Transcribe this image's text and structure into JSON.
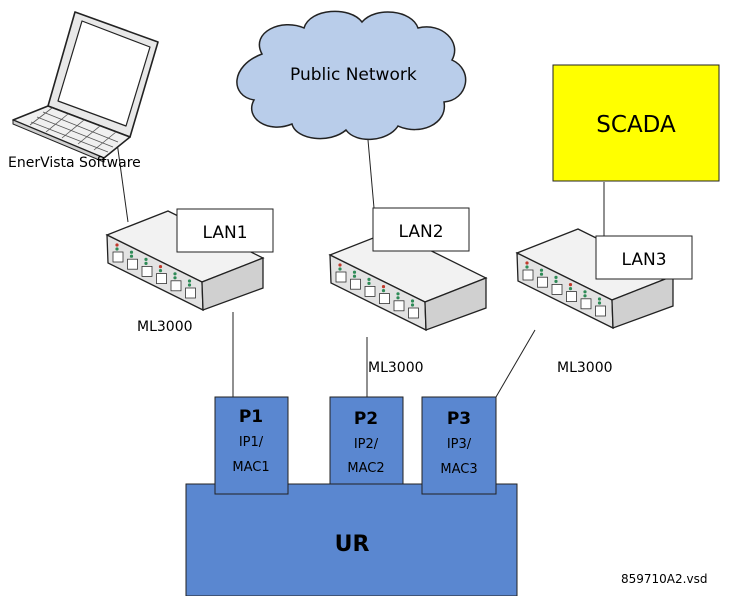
{
  "diagram": {
    "laptop_label": "EnerVista Software",
    "cloud_label": "Public Network",
    "scada_label": "SCADA",
    "lans": [
      {
        "label": "LAN1",
        "switch_label": "ML3000"
      },
      {
        "label": "LAN2",
        "switch_label": "ML3000"
      },
      {
        "label": "LAN3",
        "switch_label": "ML3000"
      }
    ],
    "ports": [
      {
        "name": "P1",
        "ip": "IP1/",
        "mac": "MAC1"
      },
      {
        "name": "P2",
        "ip": "IP2/",
        "mac": "MAC2"
      },
      {
        "name": "P3",
        "ip": "IP3/",
        "mac": "MAC3"
      }
    ],
    "device_label": "UR",
    "file_label": "859710A2.vsd"
  },
  "colors": {
    "ur_blue": "#5a87d0",
    "scada_yellow": "#ffff00",
    "cloud_fill": "#b9cdea",
    "switch_gray": "#e6e6e6"
  }
}
